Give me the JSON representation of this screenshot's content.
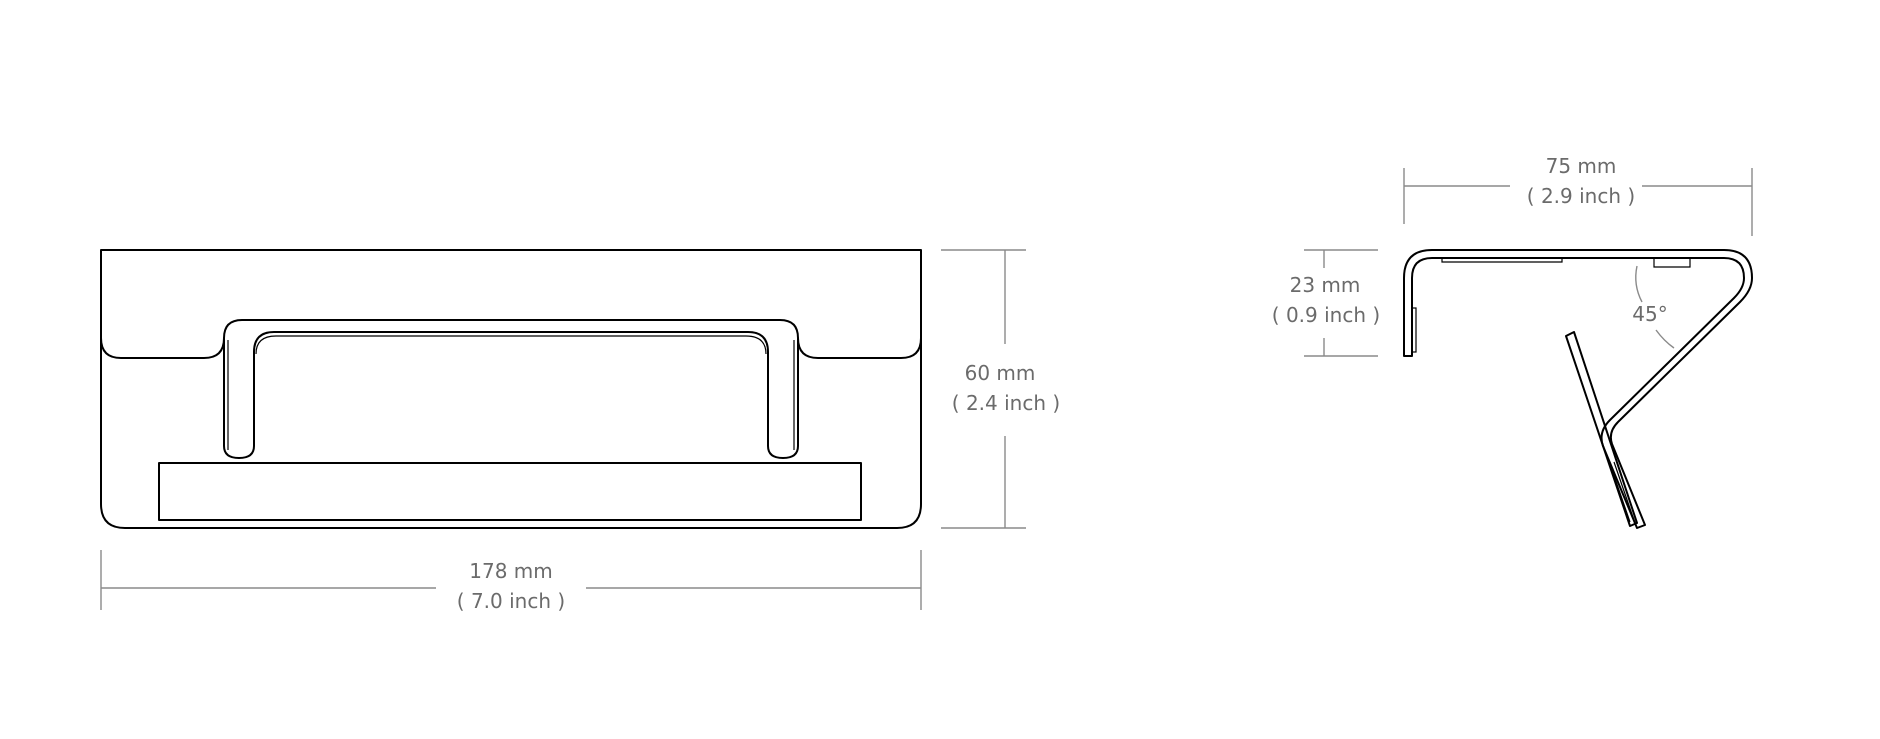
{
  "front_view": {
    "width": {
      "mm": "178 mm",
      "inch": "( 7.0 inch )"
    },
    "height": {
      "mm": "60 mm",
      "inch": "( 2.4 inch )"
    }
  },
  "side_view": {
    "depth": {
      "mm": "75 mm",
      "inch": "( 2.9 inch )"
    },
    "lip_height": {
      "mm": "23 mm",
      "inch": "( 0.9 inch )"
    },
    "angle": "45°"
  },
  "colors": {
    "line": "#000000",
    "dimension": "#8a8a8a",
    "text": "#6b6b6b",
    "background": "#ffffff"
  }
}
